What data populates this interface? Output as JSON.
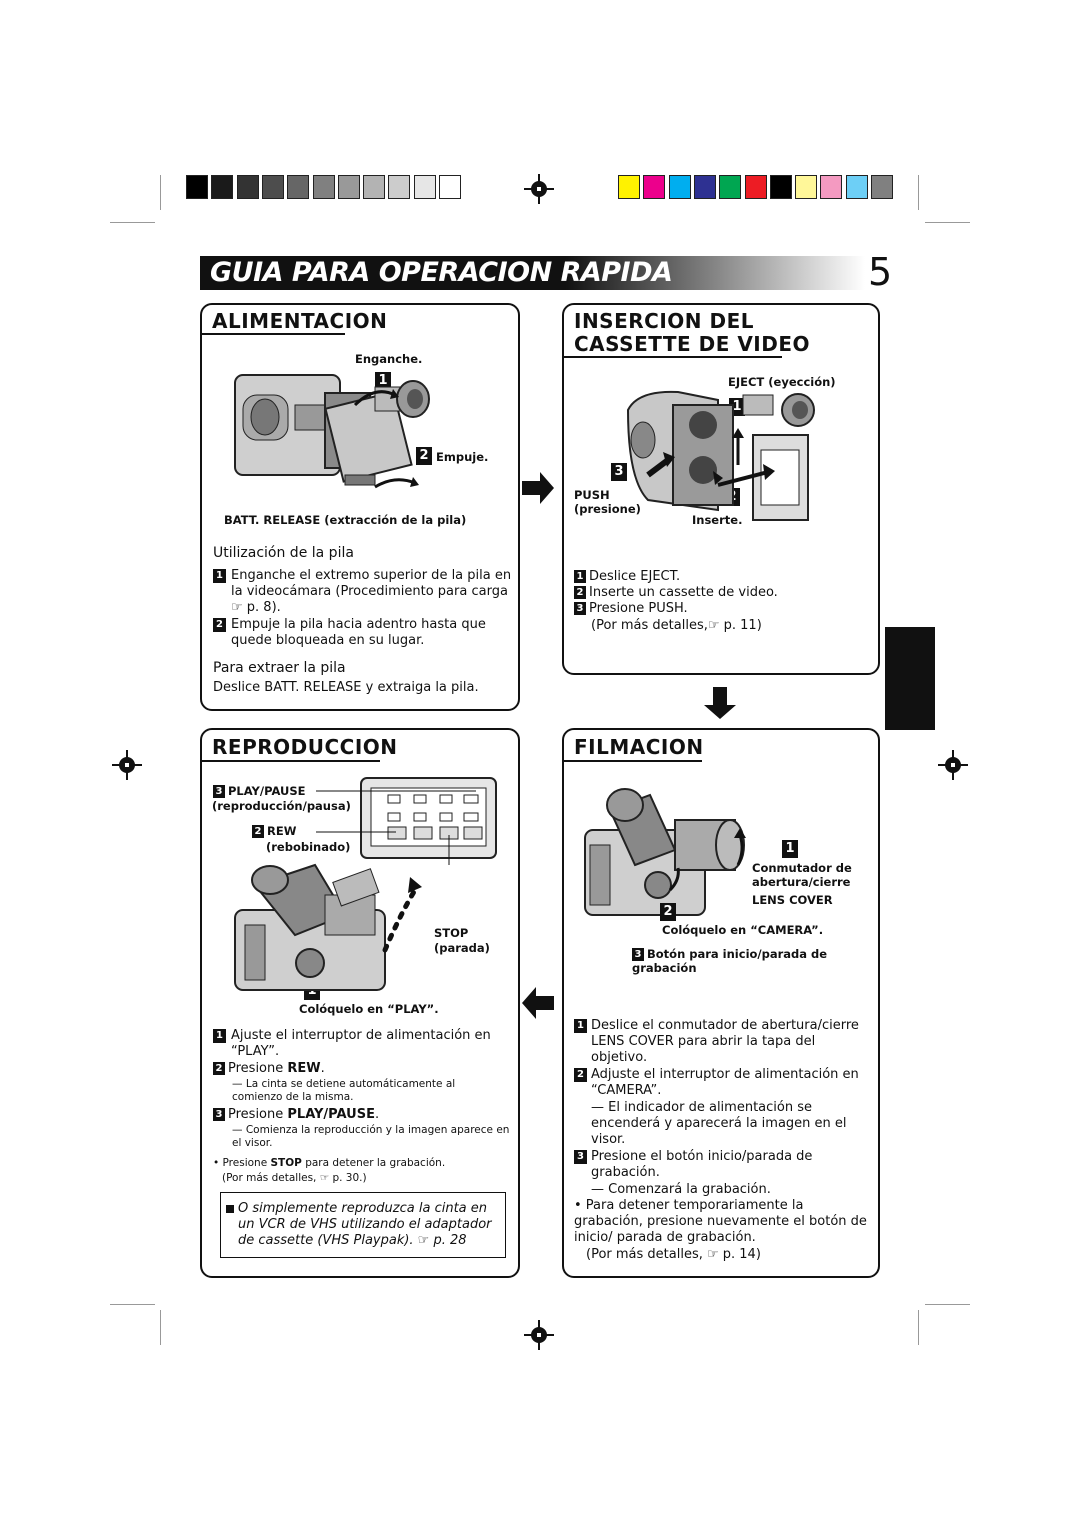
{
  "header": {
    "title": "GUIA PARA OPERACION RAPIDA",
    "page_number": "5"
  },
  "colors": {
    "grayscale_bar": [
      "#000000",
      "#1a1a1a",
      "#333333",
      "#4d4d4d",
      "#666666",
      "#808080",
      "#999999",
      "#b3b3b3",
      "#cccccc",
      "#e6e6e6",
      "#ffffff"
    ],
    "color_bar": [
      "#fff200",
      "#ec008c",
      "#00aeef",
      "#2e3192",
      "#00a651",
      "#ed1c24",
      "#000000",
      "#fff799",
      "#f49ac1",
      "#6dcff6",
      "#808080"
    ]
  },
  "alimentacion": {
    "title": "ALIMENTACION",
    "label_enganche": "Enganche.",
    "label_empuje": "Empuje.",
    "label_batt": "BATT. RELEASE (extracción de la pila)",
    "step1": "1",
    "step2": "2",
    "subtitle_use": "Utilización de la pila",
    "use_1": "Enganche el extremo superior de la pila en la videocámara (Procedimiento para carga",
    "use_1_ref": "☞ p.  8).",
    "use_2": "Empuje la pila hacia adentro hasta que quede bloqueada en su lugar.",
    "subtitle_remove": "Para extraer la pila",
    "remove_text": "Deslice BATT. RELEASE y extraiga la pila."
  },
  "insercion": {
    "title_line1": "INSERCION DEL",
    "title_line2": "CASSETTE DE VIDEO",
    "label_eject": "EJECT (eyección)",
    "label_push": "PUSH",
    "label_presione": "(presione)",
    "label_inserte": "Inserte.",
    "step1": "1",
    "step2": "2",
    "step3": "3",
    "item_1": "Deslice EJECT.",
    "item_2": "Inserte un cassette de video.",
    "item_3": "Presione PUSH.",
    "detail": "(Por más detalles,☞ p. 11)"
  },
  "reproduccion": {
    "title": "REPRODUCCION",
    "label_playpause": "PLAY/PAUSE",
    "label_playpause_es": "(reproducción/pausa)",
    "label_rew": "REW",
    "label_rew_es": "(rebobinado)",
    "label_stop": "STOP",
    "label_stop_es": "(parada)",
    "label_play_pos": "Colóquelo en “PLAY”.",
    "step1": "1",
    "step2": "2",
    "step3": "3",
    "item_1": "Ajuste el interruptor de alimentación en “PLAY”.",
    "item_2_pre": "Presione ",
    "item_2_bold": "REW",
    "item_2_post": ".",
    "item_2_note": "— La cinta se detiene automáticamente al comienzo de la misma.",
    "item_3_pre": "Presione ",
    "item_3_bold": "PLAY/PAUSE",
    "item_3_post": ".",
    "item_3_note": "— Comienza la reproducción y la imagen aparece en el visor.",
    "bullet_pre": "• Presione ",
    "bullet_bold": "STOP",
    "bullet_post": " para detener la grabación.",
    "bullet_detail": "(Por más detalles, ☞ p. 30.)",
    "box_text": "O simplemente reproduzca la cinta en un VCR de VHS utilizando el adaptador de cassette (VHS Playpak). ☞ p. 28"
  },
  "filmacion": {
    "title": "FILMACION",
    "label_conmutador": "Conmutador de abertura/cierre",
    "label_lens_cover": "LENS COVER",
    "label_camera": "Colóquelo en “CAMERA”.",
    "label_boton": "Botón para inicio/parada de grabación",
    "step1": "1",
    "step2": "2",
    "step3": "3",
    "item_1": "Deslice el conmutador de abertura/cierre LENS COVER para abrir la tapa del objetivo.",
    "item_2": "Adjuste el interruptor de alimentación en “CAMERA”.",
    "item_2_note": "— El indicador de alimentación se encenderá y aparecerá la imagen en el visor.",
    "item_3": "Presione el botón inicio/parada de grabación.",
    "item_3_note": "— Comenzará la grabación.",
    "bullet": "• Para detener temporariamente la grabación, presione nuevamente el botón de inicio/ parada de grabación.",
    "detail": "(Por más detalles, ☞ p. 14)"
  }
}
